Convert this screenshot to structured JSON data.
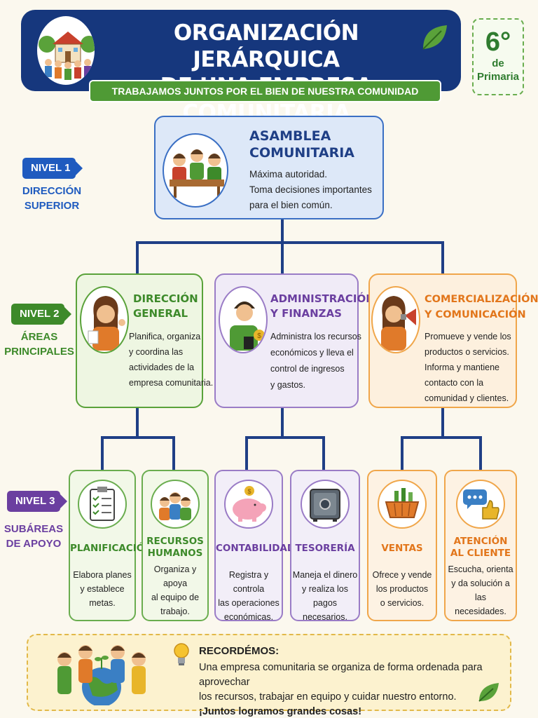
{
  "header": {
    "title_line1": "ORGANIZACIÓN JERÁRQUICA",
    "title_line2": "DE UNA EMPRESA COMUNITARIA",
    "subtitle": "TRABAJAMOS JUNTOS POR EL BIEN DE NUESTRA COMUNIDAD",
    "grade_number": "6°",
    "grade_de": "de",
    "grade_level": "Primaria"
  },
  "levels": [
    {
      "tag": "NIVEL 1",
      "desc_line1": "DIRECCIÓN",
      "desc_line2": "SUPERIOR",
      "color": "#1f5bbf"
    },
    {
      "tag": "NIVEL 2",
      "desc_line1": "ÁREAS",
      "desc_line2": "PRINCIPALES",
      "color": "#3d8a2a"
    },
    {
      "tag": "NIVEL 3",
      "desc_line1": "SUBÁREAS",
      "desc_line2": "DE APOYO",
      "color": "#6b3fa0"
    }
  ],
  "asamblea": {
    "title_line1": "ASAMBLEA",
    "title_line2": "COMUNITARIA",
    "lines": [
      "Máxima autoridad.",
      "Toma decisiones importantes",
      "para el bien común."
    ],
    "icon": "people-meeting-icon"
  },
  "areas": [
    {
      "title_line1": "DIRECCIÓN",
      "title_line2": "GENERAL",
      "lines": [
        "Planifica, organiza",
        "y coordina las",
        "actividades de la",
        "empresa comunitaria."
      ],
      "color": "#3d8a2a",
      "bg": "#eef6e2",
      "icon": "director-woman-icon"
    },
    {
      "title_line1": "ADMINISTRACIÓN",
      "title_line2": "Y FINANZAS",
      "lines": [
        "Administra los recursos",
        "económicos y lleva el",
        "control de ingresos",
        "y gastos."
      ],
      "color": "#6b3fa0",
      "bg": "#f0ebf7",
      "icon": "finance-man-icon"
    },
    {
      "title_line1": "COMERCIALIZACIÓN",
      "title_line2": "Y COMUNICACIÓN",
      "lines": [
        "Promueve y vende los",
        "productos o servicios.",
        "Informa y mantiene",
        "contacto con la",
        "comunidad y clientes."
      ],
      "color": "#e2761b",
      "bg": "#fdf0de",
      "icon": "megaphone-woman-icon"
    }
  ],
  "subareas": [
    {
      "title_line1": "PLANIFICACIÓN",
      "title_line2": "",
      "lines": [
        "Elabora planes",
        "y establece",
        "metas."
      ],
      "color": "#3d8a2a",
      "bg": "#f2f8e8",
      "icon": "clipboard-checklist-icon"
    },
    {
      "title_line1": "RECURSOS",
      "title_line2": "HUMANOS",
      "lines": [
        "Organiza y apoya",
        "al equipo de",
        "trabajo."
      ],
      "color": "#3d8a2a",
      "bg": "#f2f8e8",
      "icon": "team-people-icon"
    },
    {
      "title_line1": "CONTABILIDAD",
      "title_line2": "",
      "lines": [
        "Registra y controla",
        "las operaciones",
        "económicas."
      ],
      "color": "#6b3fa0",
      "bg": "#f2eef8",
      "icon": "piggy-bank-icon"
    },
    {
      "title_line1": "TESORERÍA",
      "title_line2": "",
      "lines": [
        "Maneja el dinero",
        "y realiza los",
        "pagos necesarios."
      ],
      "color": "#6b3fa0",
      "bg": "#f2eef8",
      "icon": "safe-icon"
    },
    {
      "title_line1": "VENTAS",
      "title_line2": "",
      "lines": [
        "Ofrece y vende",
        "los productos",
        "o servicios."
      ],
      "color": "#e2761b",
      "bg": "#fdf2e3",
      "icon": "basket-icon"
    },
    {
      "title_line1": "ATENCIÓN",
      "title_line2": "AL CLIENTE",
      "lines": [
        "Escucha, orienta",
        "y da solución a las",
        "necesidades."
      ],
      "color": "#e2761b",
      "bg": "#fdf2e3",
      "icon": "chat-thumbs-up-icon"
    }
  ],
  "note": {
    "title": "RECORDÉMOS:",
    "line1": "Una empresa comunitaria se organiza de forma ordenada para aprovechar",
    "line2": "los recursos, trabajar en equipo y cuidar nuestro entorno.",
    "line3": "¡Juntos logramos grandes cosas!",
    "icon": "lightbulb-icon"
  }
}
